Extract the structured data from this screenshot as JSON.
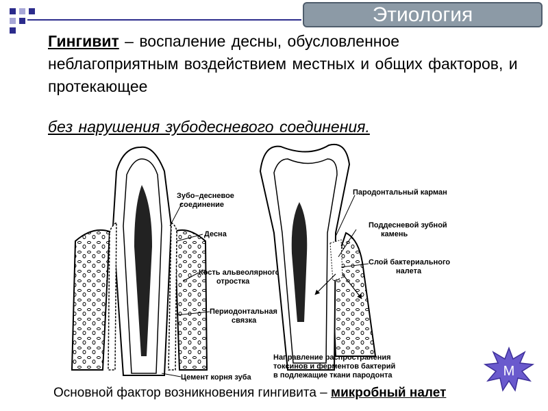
{
  "header": {
    "title": "Этиология"
  },
  "definition": {
    "term": "Гингивит",
    "text": " – воспаление десны, обусловленное неблагоприятным воздействием местных и общих факторов, и протекающее",
    "emphasis": "без нарушения зубодесневого соединения",
    "end": "."
  },
  "diagram": {
    "left": {
      "labels": [
        "Зубо–десневое",
        "соединение",
        "Десна",
        "Кость альвеолярного",
        "отростка",
        "Периодонтальная",
        "связка",
        "Цемент корня зуба"
      ]
    },
    "right": {
      "labels": [
        "Пародонтальный карман",
        "Поддесневой зубной",
        "камень",
        "Слой бактериального",
        "налета",
        "Направление распространения",
        "токсинов и ферментов бактерий",
        "в подлежащие ткани пародонта"
      ]
    }
  },
  "footer": {
    "text": "Основной фактор возникновения гингивита – ",
    "highlight": "микробный налет"
  },
  "badge": {
    "label": "М"
  },
  "colors": {
    "title_bg": "#8c9aa6",
    "header_line": "#2b2b8c",
    "badge": "#6a5acd"
  }
}
